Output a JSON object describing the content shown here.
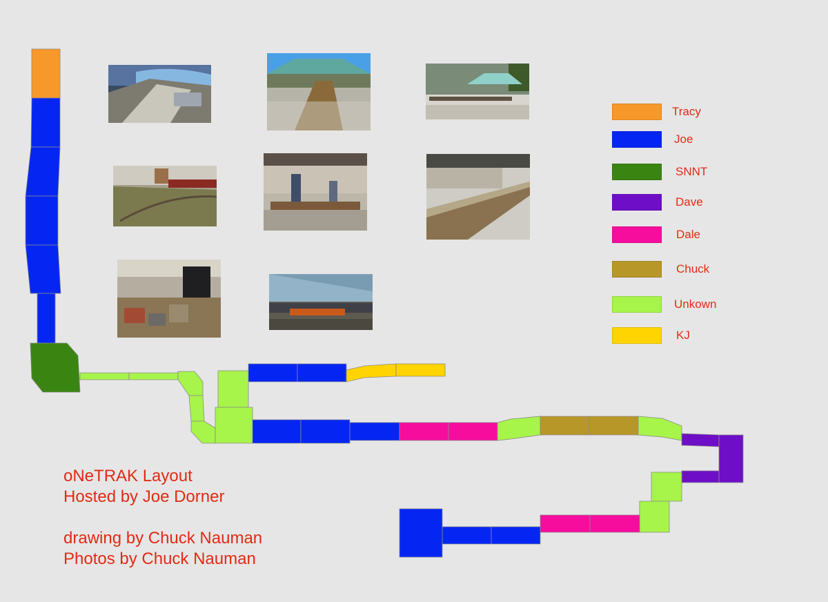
{
  "legend": [
    {
      "name": "Tracy",
      "color": "#f7982a"
    },
    {
      "name": "Joe",
      "color": "#0526f2"
    },
    {
      "name": "SNNT",
      "color": "#3a8512"
    },
    {
      "name": "Dave",
      "color": "#6e0fc7"
    },
    {
      "name": "Dale",
      "color": "#f60d9d"
    },
    {
      "name": "Chuck",
      "color": "#b89729"
    },
    {
      "name": "Unkown",
      "color": "#a7f44a"
    },
    {
      "name": "KJ",
      "color": "#ffd400"
    }
  ],
  "caption": {
    "line1": "oNeTRAK Layout",
    "line2": "Hosted by Joe Dorner",
    "line3": "drawing by Chuck Nauman",
    "line4": "Photos by Chuck Nauman"
  },
  "photos": [
    {
      "name": "photo-layout-blue-backdrop",
      "scene": "layout-blue"
    },
    {
      "name": "photo-canopy-tent-layout",
      "scene": "tent"
    },
    {
      "name": "photo-house-and-canopy",
      "scene": "house-tent"
    },
    {
      "name": "photo-freight-cars-on-layout",
      "scene": "freight"
    },
    {
      "name": "photo-people-at-layout",
      "scene": "people"
    },
    {
      "name": "photo-long-layout-porch",
      "scene": "porch"
    },
    {
      "name": "photo-town-buildings",
      "scene": "town"
    },
    {
      "name": "photo-train-on-track",
      "scene": "train"
    }
  ]
}
